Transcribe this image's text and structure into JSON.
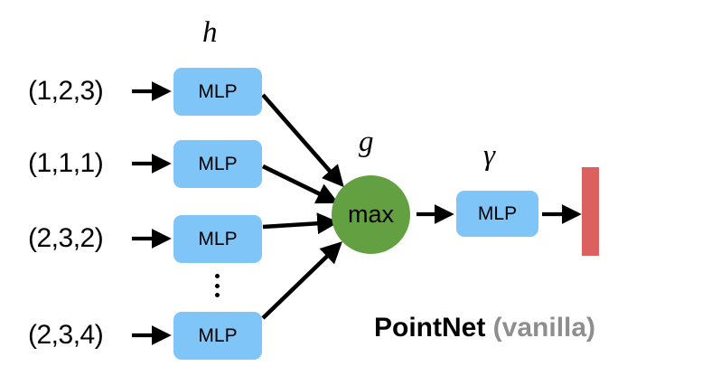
{
  "diagram": {
    "title": "PointNet (vanilla)",
    "caption": {
      "brand": "PointNet",
      "variant": "(vanilla)"
    },
    "colors": {
      "mlp_blue": "#80C5F7",
      "max_green": "#62A042",
      "output_red": "#DC6060",
      "arrow_black": "#000000",
      "variant_gray": "#8E8E8E",
      "background": "#FFFFFF"
    },
    "symbols": {
      "h": "h",
      "g": "g",
      "gamma": "γ"
    },
    "ellipsis": "⋮",
    "inputs": [
      {
        "label": "(1,2,3)"
      },
      {
        "label": "(1,1,1)"
      },
      {
        "label": "(2,3,2)"
      },
      {
        "label": "(2,3,4)"
      }
    ],
    "per_point_mlps": [
      {
        "label": "MLP"
      },
      {
        "label": "MLP"
      },
      {
        "label": "MLP"
      },
      {
        "label": "MLP"
      }
    ],
    "aggregator": {
      "label": "max",
      "symbol": "g"
    },
    "head_mlp": {
      "label": "MLP",
      "symbol": "γ"
    },
    "output": {
      "label": ""
    }
  }
}
